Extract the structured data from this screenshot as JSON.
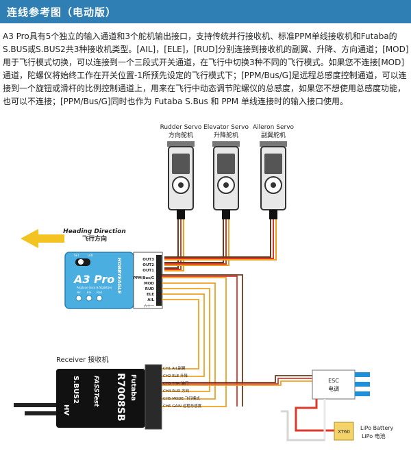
{
  "header": {
    "title": "连线参考图（电动版）"
  },
  "intro_text": "A3 Pro具有5个独立的输入通道和3个舵机输出接口，支持传统并行接收机、标准PPM单线接收机和Futaba的S.BUS或S.BUS2共3种接收机类型。[AIL]，[ELE]，[RUD]分别连接到接收机的副翼、升降、方向通道；[MOD]用于飞行模式切换，可以连接到一个三段式开关通道，在飞行中切换3种不同的飞行模式。如果您不连接[MOD]通道，陀螺仪将始终工作在开关位置-1所预先设定的飞行模式下；[PPM/Bus/G]是远程总感度控制通道，可以连接到一个旋钮或滑杆的比例控制通道上，用来在飞行中动态调节陀螺仪的总感度，如果您不想使用总感度功能，也可以不连接；[PPM/Bus/G]同时也作为 Futaba S.Bus 和 PPM 单线连接时的输入接口使用。",
  "colors": {
    "banner": "#2f7fb4",
    "module": "#4aaee0",
    "wire_orange": "#f0a020",
    "wire_red": "#d93a2a",
    "wire_brown": "#6b3a1e",
    "esc_blue": "#1e8fd8",
    "arrow_yellow": "#f2c321"
  },
  "servos": [
    {
      "name": "Rudder Servo",
      "cn": "方向舵机"
    },
    {
      "name": "Elevator Servo",
      "cn": "升降舵机"
    },
    {
      "name": "Aileron Servo",
      "cn": "副翼舵机"
    }
  ],
  "heading": {
    "en": "Heading Direction",
    "cn": "飞行方向"
  },
  "a3": {
    "brand": "HOBBYEAGLE",
    "model": "A3 Pro",
    "sub": "Airplane Gyro & Stabilizer",
    "set": "SET",
    "led": "LED",
    "knobs": [
      "Ail",
      "Ele",
      "Rud"
    ],
    "ports_out": [
      "OUT3",
      "OUT2",
      "OUT1"
    ],
    "ports_in": [
      "PPM/Bus/G",
      "MOD",
      "RUD",
      "ELE",
      "AIL"
    ],
    "footer": "六十一"
  },
  "receiver": {
    "label": "Receiver 接收机",
    "brand": "Futaba",
    "model": "R7008SB",
    "sbus": "S.BUS2",
    "fasst": "FASSTest",
    "hv": "HV",
    "channels": [
      "CH1 AIL副翼",
      "CH2 ELE 升降",
      "CH3 THR 油门",
      "CH4 RUD 方向",
      "CH5 MODE 飞行模式",
      "CH6 GAIN 远程总感度"
    ]
  },
  "esc": {
    "en": "ESC",
    "cn": "电调"
  },
  "battery": {
    "en": "LiPo Battery",
    "cn": "LiPo 电池",
    "plug": "XT60"
  }
}
